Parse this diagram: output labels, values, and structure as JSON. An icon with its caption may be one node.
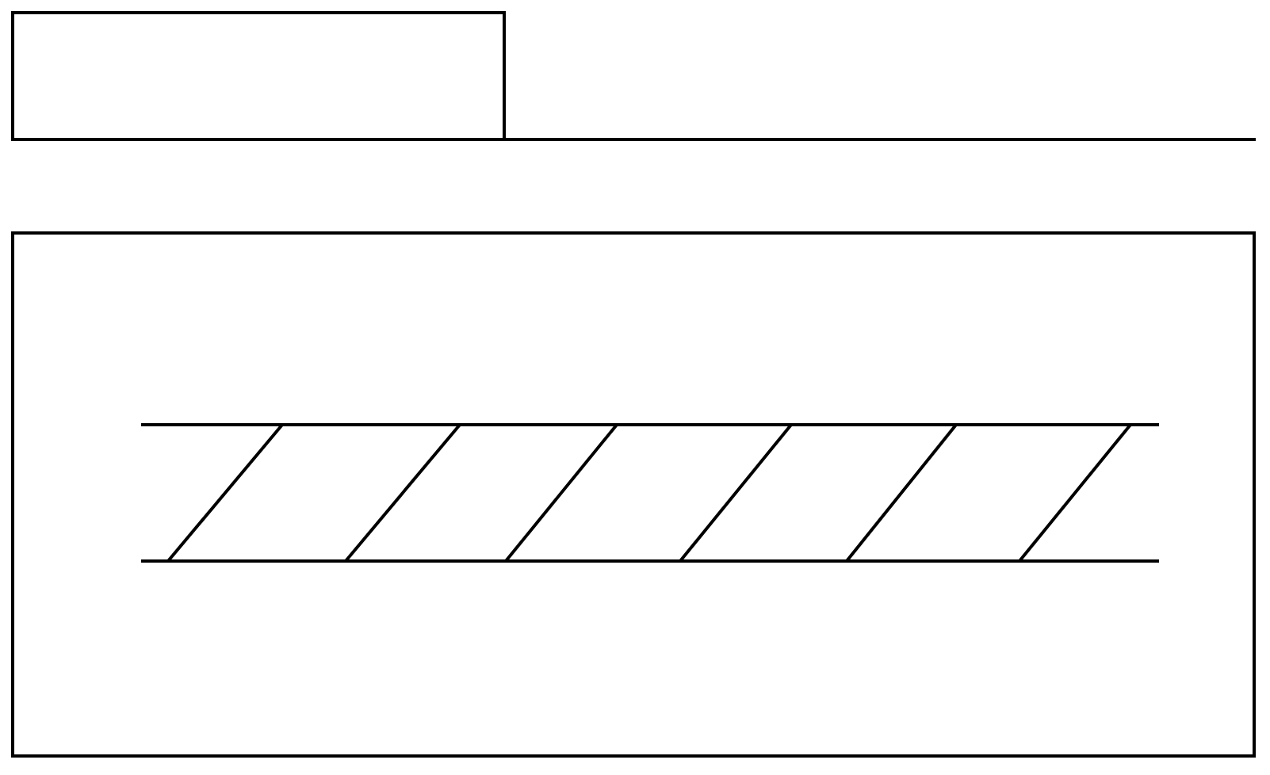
{
  "diagram": {
    "nodes": [
      {
        "text": [],
        "shape": "box"
      },
      {
        "text": [],
        "shape": "box"
      },
      {
        "text": [],
        "shape": "band",
        "in": 1
      }
    ]
  }
}
